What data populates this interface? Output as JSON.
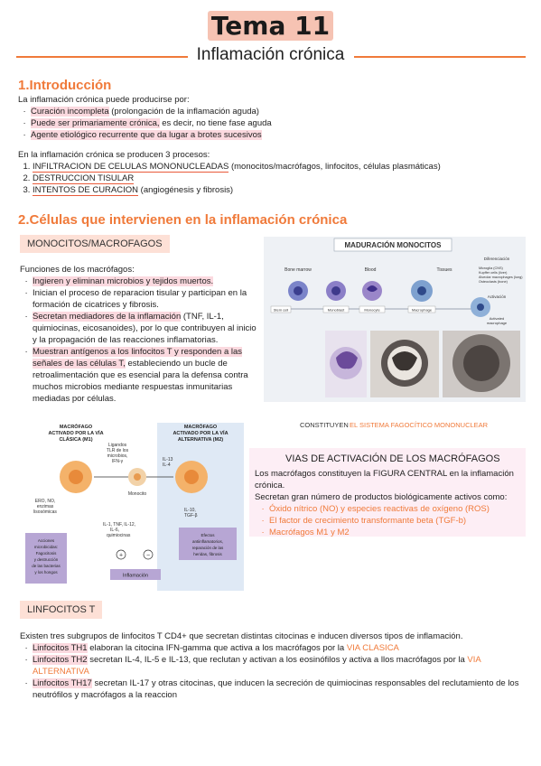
{
  "header": {
    "title": "Tema 11",
    "subtitle": "Inflamación crónica"
  },
  "sec1": {
    "heading": "1.Introducción",
    "intro": "La inflamación crónica puede producirse por:",
    "causes": [
      {
        "hl": "Curación incompleta",
        "rest": " (prolongación de la inflamación aguda)"
      },
      {
        "hl": "Puede ser primariamente crónica,",
        "rest": " es decir, no tiene fase aguda"
      },
      {
        "hl": "Agente etiológico recurrente que da lugar a brotes sucesivos",
        "rest": ""
      }
    ],
    "process_intro": "En la inflamación crónica se producen 3 procesos:",
    "processes": [
      {
        "hl": "INFILTRACION DE CELULAS MONONUCLEADAS",
        "rest": " (monocitos/macrófagos, linfocitos, células plasmáticas)"
      },
      {
        "hl": "DESTRUCCION TISULAR",
        "rest": ""
      },
      {
        "hl": "INTENTOS DE CURACION",
        "rest": " (angiogénesis y fibrosis)"
      }
    ]
  },
  "sec2": {
    "heading": "2.Células que intervienen en la inflamación crónica",
    "tag_macro": "MONOCITOS/MACROFAGOS",
    "functions_intro": "Funciones de los macrófagos:",
    "functions": [
      {
        "hl": "Ingieren y eliminan microbios y tejidos muertos.",
        "rest": ""
      },
      {
        "hl": "",
        "rest": "Inician el proceso de reparacion tisular y participan en la formación de cicatrices y fibrosis."
      },
      {
        "hl": "Secretan mediadores de la inflamación",
        "rest": " (TNF, IL-1, quimiocinas, eicosanoides), por lo que contribuyen al inicio y la propagación de las reacciones inflamatorias."
      },
      {
        "hl": "Muestran antígenos a los linfocitos T y responden a las señales de las células T,",
        "rest": " estableciendo un bucle de retroalimentación que es esencial para la defensa contra muchos microbios mediante respuestas inmunitarias mediadas por células."
      }
    ],
    "maduracion": {
      "title": "MADURACIÓN MONOCITOS",
      "col_labels": [
        "Bone marrow",
        "Blood",
        "Tissues"
      ],
      "differentiation": "Diferenciación",
      "activation": "Activación",
      "cell_labels": [
        "Stem cell",
        "Monoblast",
        "Monocyte",
        "Macrophage"
      ],
      "microglia": "Microglia (CNS)\nKupffer cells (liver)\nAlveolar macrophages (lung)\nOsteoclasts (bone)",
      "activated": "Activated\nmacrophage",
      "caption_a": "CONSTITUYEN ",
      "caption_b": "EL SISTEMA FAGOCÍTICO MONONUCLEAR"
    },
    "m1m2": {
      "m1_title": "MACRÓFAGO\nACTIVADO POR LA VÍA\nCLÁSICA (M1)",
      "m2_title": "MACRÓFAGO\nACTIVADO POR LA VÍA\nALTERNATIVA (M2)",
      "ligands": "Ligandos\nTLR de los\nmicrobios,\nIFN-γ",
      "il13": "IL-13\nIL-4",
      "monocito": "Monocito",
      "ero": "ERO, NO,\nenzimas\nlisosómicas",
      "cytokines": "IL-1, TNF, IL-12,\nIL-6,\nquimiocinas",
      "il10": "IL-10,\nTGF-β",
      "acciones": "Acciones\nmicrobicidas:\nFagocitosis\ny destrucción\nde las bacterias\ny los hongos",
      "efectos": "Efectos\nantiinflamatorios,\nreparación de las\nheridas, fibrosis",
      "inflamacion": "Inflamación",
      "plus": "+",
      "minus": "−"
    },
    "vias": {
      "title": "VIAS DE ACTIVACIÓN DE LOS MACRÓFAGOS",
      "p1": "Los macrófagos constituyen la FIGURA CENTRAL en la inflamación crónica.",
      "p2": "Secretan gran número de productos biológicamente activos como:",
      "items": [
        "Óxido nítrico (NO) y especies reactivas de oxígeno (ROS)",
        "El factor de crecimiento transformante beta (TGF-b)",
        "Macrófagos M1 y M2"
      ]
    },
    "tag_linfo": "LINFOCITOS T",
    "linfo_intro": "Existen tres subgrupos de linfocitos T CD4+ que secretan distintas citocinas e inducen diversos tipos de inflamación.",
    "linfo": [
      {
        "hl": "Linfocitos TH1",
        "a": " elaboran la citocina IFN-gamma que activa a los macrófagos por la ",
        "o": "VIA CLASICA",
        "b": ""
      },
      {
        "hl": "Linfocitos TH2",
        "a": " secretan IL-4, IL-5 e IL-13, que reclutan y activan a los eosinófilos y activa a llos macrófagos por la ",
        "o": "VIA ALTERNATIVA",
        "b": ""
      },
      {
        "hl": "Linfocitos TH17",
        "a": " secretan IL-17 y otras citocinas, que inducen la secreción de quimiocinas responsables del reclutamiento de los neutrófilos y macrófagos a la reaccion",
        "o": "",
        "b": ""
      }
    ]
  },
  "colors": {
    "accent": "#f07a3a",
    "pink": "#fbd9df",
    "peach": "#fde0d6"
  }
}
